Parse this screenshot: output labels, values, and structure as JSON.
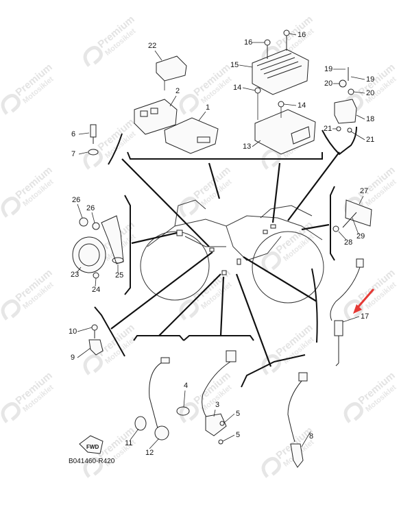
{
  "diagram": {
    "reference_code": "B041460-R420",
    "fwd_label": "FWD",
    "watermark": {
      "line1": "Premium",
      "line2": "Motosiklet"
    },
    "callouts": [
      {
        "id": "c22",
        "text": "22"
      },
      {
        "id": "c2",
        "text": "2"
      },
      {
        "id": "c1",
        "text": "1"
      },
      {
        "id": "c6",
        "text": "6"
      },
      {
        "id": "c7",
        "text": "7"
      },
      {
        "id": "c16a",
        "text": "16"
      },
      {
        "id": "c16b",
        "text": "16"
      },
      {
        "id": "c15",
        "text": "15"
      },
      {
        "id": "c14a",
        "text": "14"
      },
      {
        "id": "c14b",
        "text": "14"
      },
      {
        "id": "c13",
        "text": "13"
      },
      {
        "id": "c19a",
        "text": "19"
      },
      {
        "id": "c19b",
        "text": "19"
      },
      {
        "id": "c20a",
        "text": "20"
      },
      {
        "id": "c20b",
        "text": "20"
      },
      {
        "id": "c18",
        "text": "18"
      },
      {
        "id": "c21a",
        "text": "21"
      },
      {
        "id": "c21b",
        "text": "21"
      },
      {
        "id": "c26a",
        "text": "26"
      },
      {
        "id": "c26b",
        "text": "26"
      },
      {
        "id": "c23",
        "text": "23"
      },
      {
        "id": "c24",
        "text": "24"
      },
      {
        "id": "c25",
        "text": "25"
      },
      {
        "id": "c27",
        "text": "27"
      },
      {
        "id": "c28",
        "text": "28"
      },
      {
        "id": "c29",
        "text": "29"
      },
      {
        "id": "c17",
        "text": "17"
      },
      {
        "id": "c10",
        "text": "10"
      },
      {
        "id": "c9",
        "text": "9"
      },
      {
        "id": "c4",
        "text": "4"
      },
      {
        "id": "c3",
        "text": "3"
      },
      {
        "id": "c5a",
        "text": "5"
      },
      {
        "id": "c5b",
        "text": "5"
      },
      {
        "id": "c11",
        "text": "11"
      },
      {
        "id": "c12",
        "text": "12"
      },
      {
        "id": "c8",
        "text": "8"
      }
    ],
    "colors": {
      "line": "#222222",
      "highlight_arrow": "#e53935",
      "watermark": "#e3e3e3"
    }
  }
}
